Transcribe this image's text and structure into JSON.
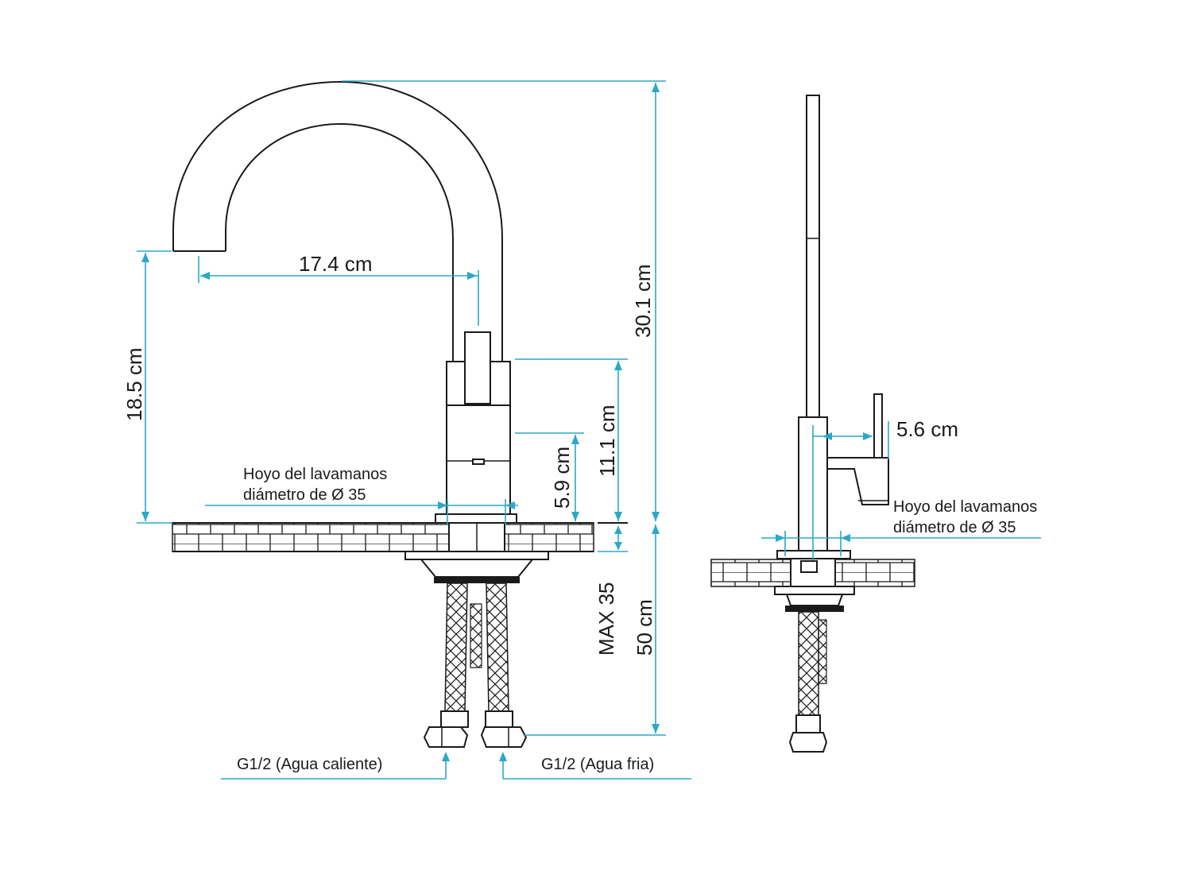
{
  "front_view": {
    "dim_spout_reach": "17.4 cm",
    "dim_total_height": "30.1 cm",
    "dim_spout_height": "18.5 cm",
    "dim_body_height": "11.1 cm",
    "dim_handle_height": "5.9 cm",
    "dim_max_thickness": "MAX 35",
    "dim_hose_length": "50 cm",
    "hole_note_line1": "Hoyo del lavamanos",
    "hole_note_line2": "diámetro de Ø 35",
    "hot_water_label": "G1/2 (Agua caliente)",
    "cold_water_label": "G1/2 (Agua fria)"
  },
  "side_view": {
    "dim_handle_offset": "5.6 cm",
    "hole_note_line1": "Hoyo del lavamanos",
    "hole_note_line2": "diámetro de Ø 35"
  },
  "colors": {
    "line": "#1a1a1a",
    "dimension": "#2aa8c8",
    "background": "#ffffff"
  }
}
